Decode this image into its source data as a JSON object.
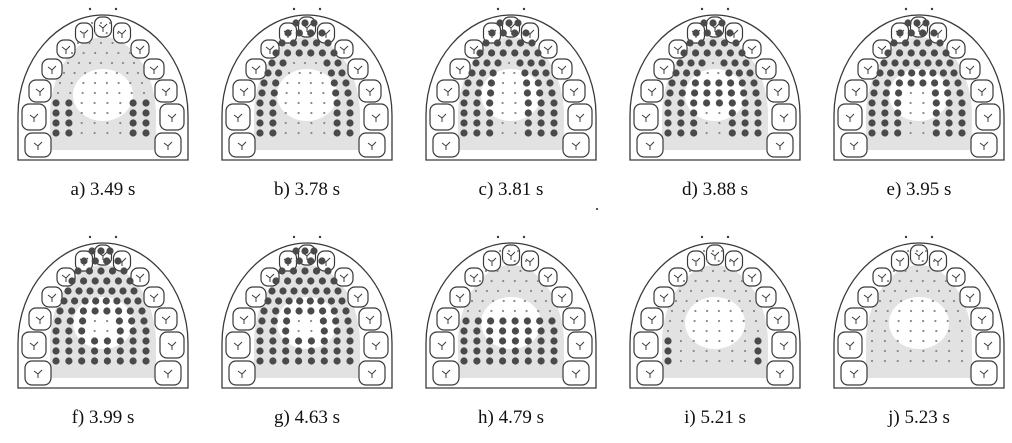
{
  "colors": {
    "contact": "#4a4a4a",
    "grid": "#8a8a8a",
    "outline": "#3a3a3a",
    "palate": "#e2e2e2"
  },
  "panels": [
    {
      "caption": "a) 3.49 s",
      "contact": [
        "lateral"
      ]
    },
    {
      "caption": "b) 3.78 s",
      "contact": [
        "front",
        "ring"
      ]
    },
    {
      "caption": "c) 3.81 s",
      "contact": [
        "front",
        "ring2"
      ]
    },
    {
      "caption": "d) 3.88 s",
      "contact": [
        "front",
        "ring2",
        "vmid"
      ]
    },
    {
      "caption": "e) 3.95 s",
      "contact": [
        "front",
        "ring2",
        "stem"
      ]
    },
    {
      "caption": "f) 3.99 s",
      "contact": [
        "front",
        "wide",
        "stem"
      ]
    },
    {
      "caption": "g) 4.63 s",
      "contact": [
        "front2",
        "wide",
        "stem"
      ]
    },
    {
      "caption": "h) 4.79 s",
      "contact": [
        "lowerside"
      ]
    },
    {
      "caption": "i) 5.21 s",
      "contact": [
        "lateral_small"
      ]
    },
    {
      "caption": "j) 5.23 s",
      "contact": []
    }
  ]
}
